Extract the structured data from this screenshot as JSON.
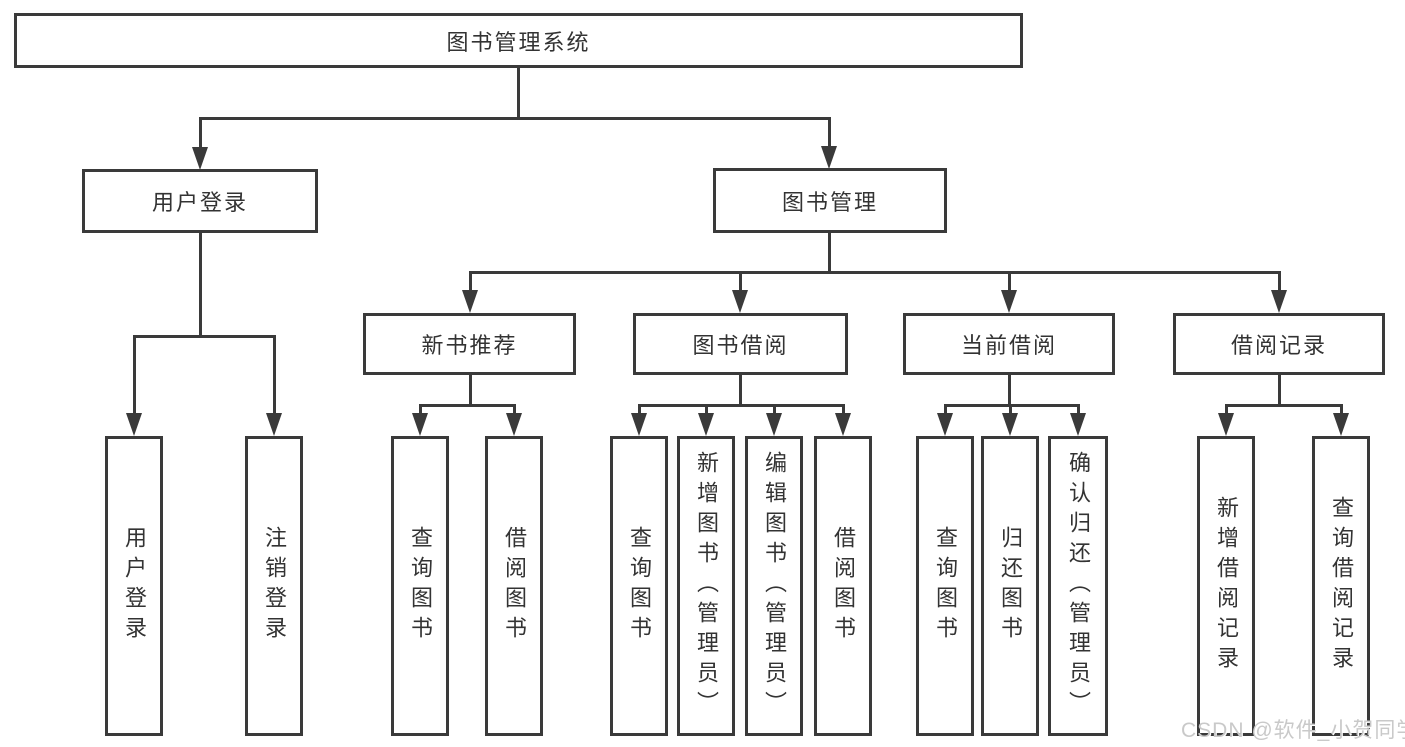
{
  "diagram": {
    "title": "图书管理系统",
    "root": {
      "label": "图书管理系统"
    },
    "level2": [
      {
        "id": "user-login",
        "label": "用户登录"
      },
      {
        "id": "book-management",
        "label": "图书管理"
      }
    ],
    "level3": [
      {
        "id": "new-book-recommend",
        "label": "新书推荐",
        "parent": "图书管理"
      },
      {
        "id": "book-borrow",
        "label": "图书借阅",
        "parent": "图书管理"
      },
      {
        "id": "current-borrow",
        "label": "当前借阅",
        "parent": "图书管理"
      },
      {
        "id": "borrow-records",
        "label": "借阅记录",
        "parent": "图书管理"
      }
    ],
    "leaves": [
      {
        "parent": "用户登录",
        "label": "用户登录"
      },
      {
        "parent": "用户登录",
        "label": "注销登录"
      },
      {
        "parent": "新书推荐",
        "label": "查询图书"
      },
      {
        "parent": "新书推荐",
        "label": "借阅图书"
      },
      {
        "parent": "图书借阅",
        "label": "查询图书"
      },
      {
        "parent": "图书借阅",
        "label": "新增图书（管理员）"
      },
      {
        "parent": "图书借阅",
        "label": "编辑图书（管理员）"
      },
      {
        "parent": "图书借阅",
        "label": "借阅图书"
      },
      {
        "parent": "当前借阅",
        "label": "查询图书"
      },
      {
        "parent": "当前借阅",
        "label": "归还图书"
      },
      {
        "parent": "当前借阅",
        "label": "确认归还（管理员）"
      },
      {
        "parent": "借阅记录",
        "label": "新增借阅记录"
      },
      {
        "parent": "借阅记录",
        "label": "查询借阅记录"
      }
    ]
  },
  "watermark": {
    "text": "CSDN @软件_小贺同学"
  },
  "colors": {
    "line": "#3a3a3a",
    "text": "#333333",
    "watermark": "#c9c9c9",
    "background": "#ffffff"
  }
}
